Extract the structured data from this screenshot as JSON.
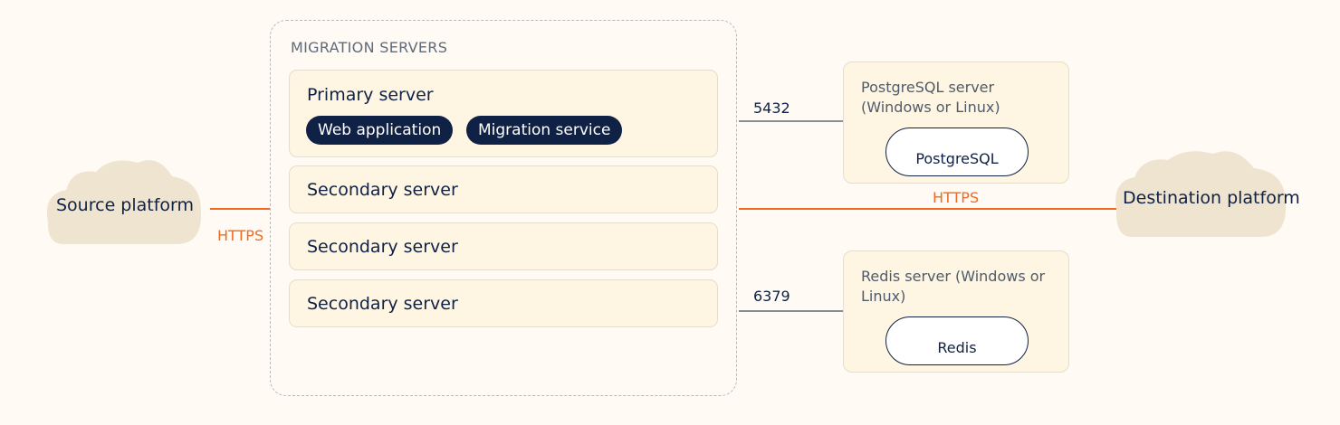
{
  "source": {
    "label": "Source platform",
    "protocol": "HTTPS"
  },
  "destination": {
    "label": "Destination platform",
    "protocol": "HTTPS"
  },
  "migration_group": {
    "title": "MIGRATION SERVERS",
    "primary": {
      "label": "Primary server",
      "services": [
        "Web application",
        "Migration service"
      ]
    },
    "secondaries": [
      "Secondary server",
      "Secondary server",
      "Secondary server"
    ]
  },
  "postgres_host": {
    "label": "PostgreSQL server (Windows or Linux)",
    "db": "PostgreSQL",
    "port": "5432"
  },
  "redis_host": {
    "label": "Redis server (Windows or Linux)",
    "db": "Redis",
    "port": "6379"
  },
  "colors": {
    "accent": "#f26a21",
    "navy": "#0f2145",
    "link_line": "#5f6b7a",
    "cloud": "#efe4d0"
  },
  "icons": {
    "source_cloud": "cloud-icon",
    "destination_cloud": "cloud-icon"
  }
}
